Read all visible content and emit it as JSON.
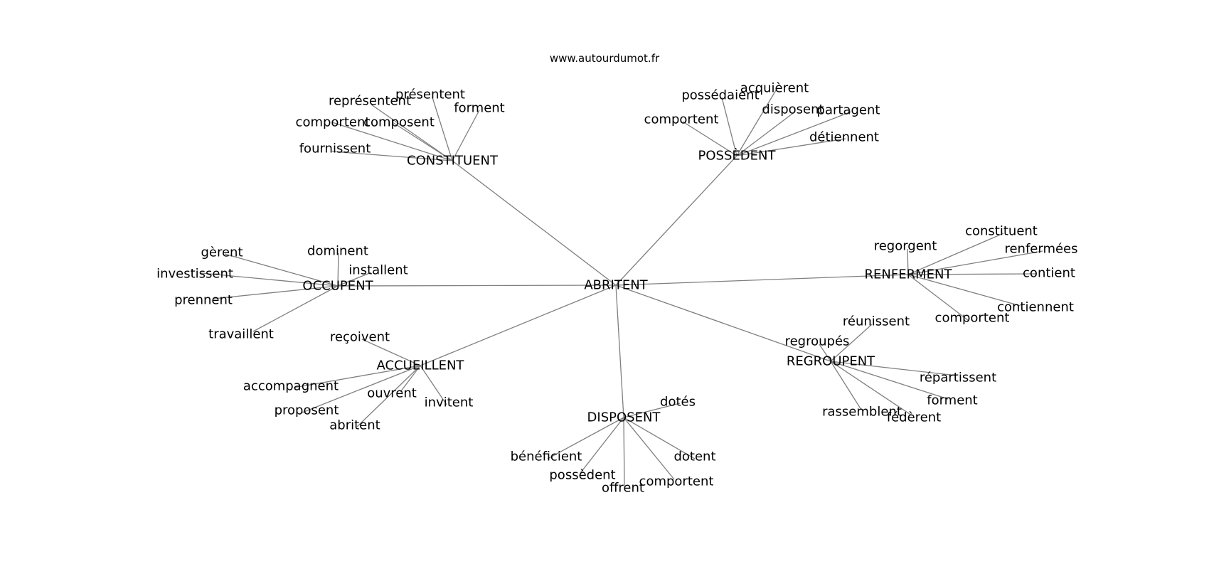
{
  "source": "www.autourdumot.fr",
  "center": "ABRITENT",
  "groups": [
    {
      "hub": "CONSTITUENT",
      "leaves": [
        "représentent",
        "présentent",
        "forment",
        "comportent",
        "composent",
        "fournissent"
      ]
    },
    {
      "hub": "POSSÈDENT",
      "leaves": [
        "possédaient",
        "acquièrent",
        "disposent",
        "partagent",
        "comportent",
        "détiennent"
      ]
    },
    {
      "hub": "OCCUPENT",
      "leaves": [
        "gèrent",
        "dominent",
        "installent",
        "investissent",
        "prennent",
        "travaillent"
      ]
    },
    {
      "hub": "RENFERMENT",
      "leaves": [
        "regorgent",
        "constituent",
        "renfermées",
        "contient",
        "contiennent",
        "comportent"
      ]
    },
    {
      "hub": "ACCUEILLENT",
      "leaves": [
        "reçoivent",
        "accompagnent",
        "ouvrent",
        "invitent",
        "proposent",
        "abritent"
      ]
    },
    {
      "hub": "REGROUPENT",
      "leaves": [
        "réunissent",
        "regroupés",
        "répartissent",
        "forment",
        "fédèrent",
        "rassemblent"
      ]
    },
    {
      "hub": "DISPOSENT",
      "leaves": [
        "dotés",
        "bénéficient",
        "dotent",
        "possèdent",
        "offrent",
        "comportent"
      ]
    }
  ]
}
